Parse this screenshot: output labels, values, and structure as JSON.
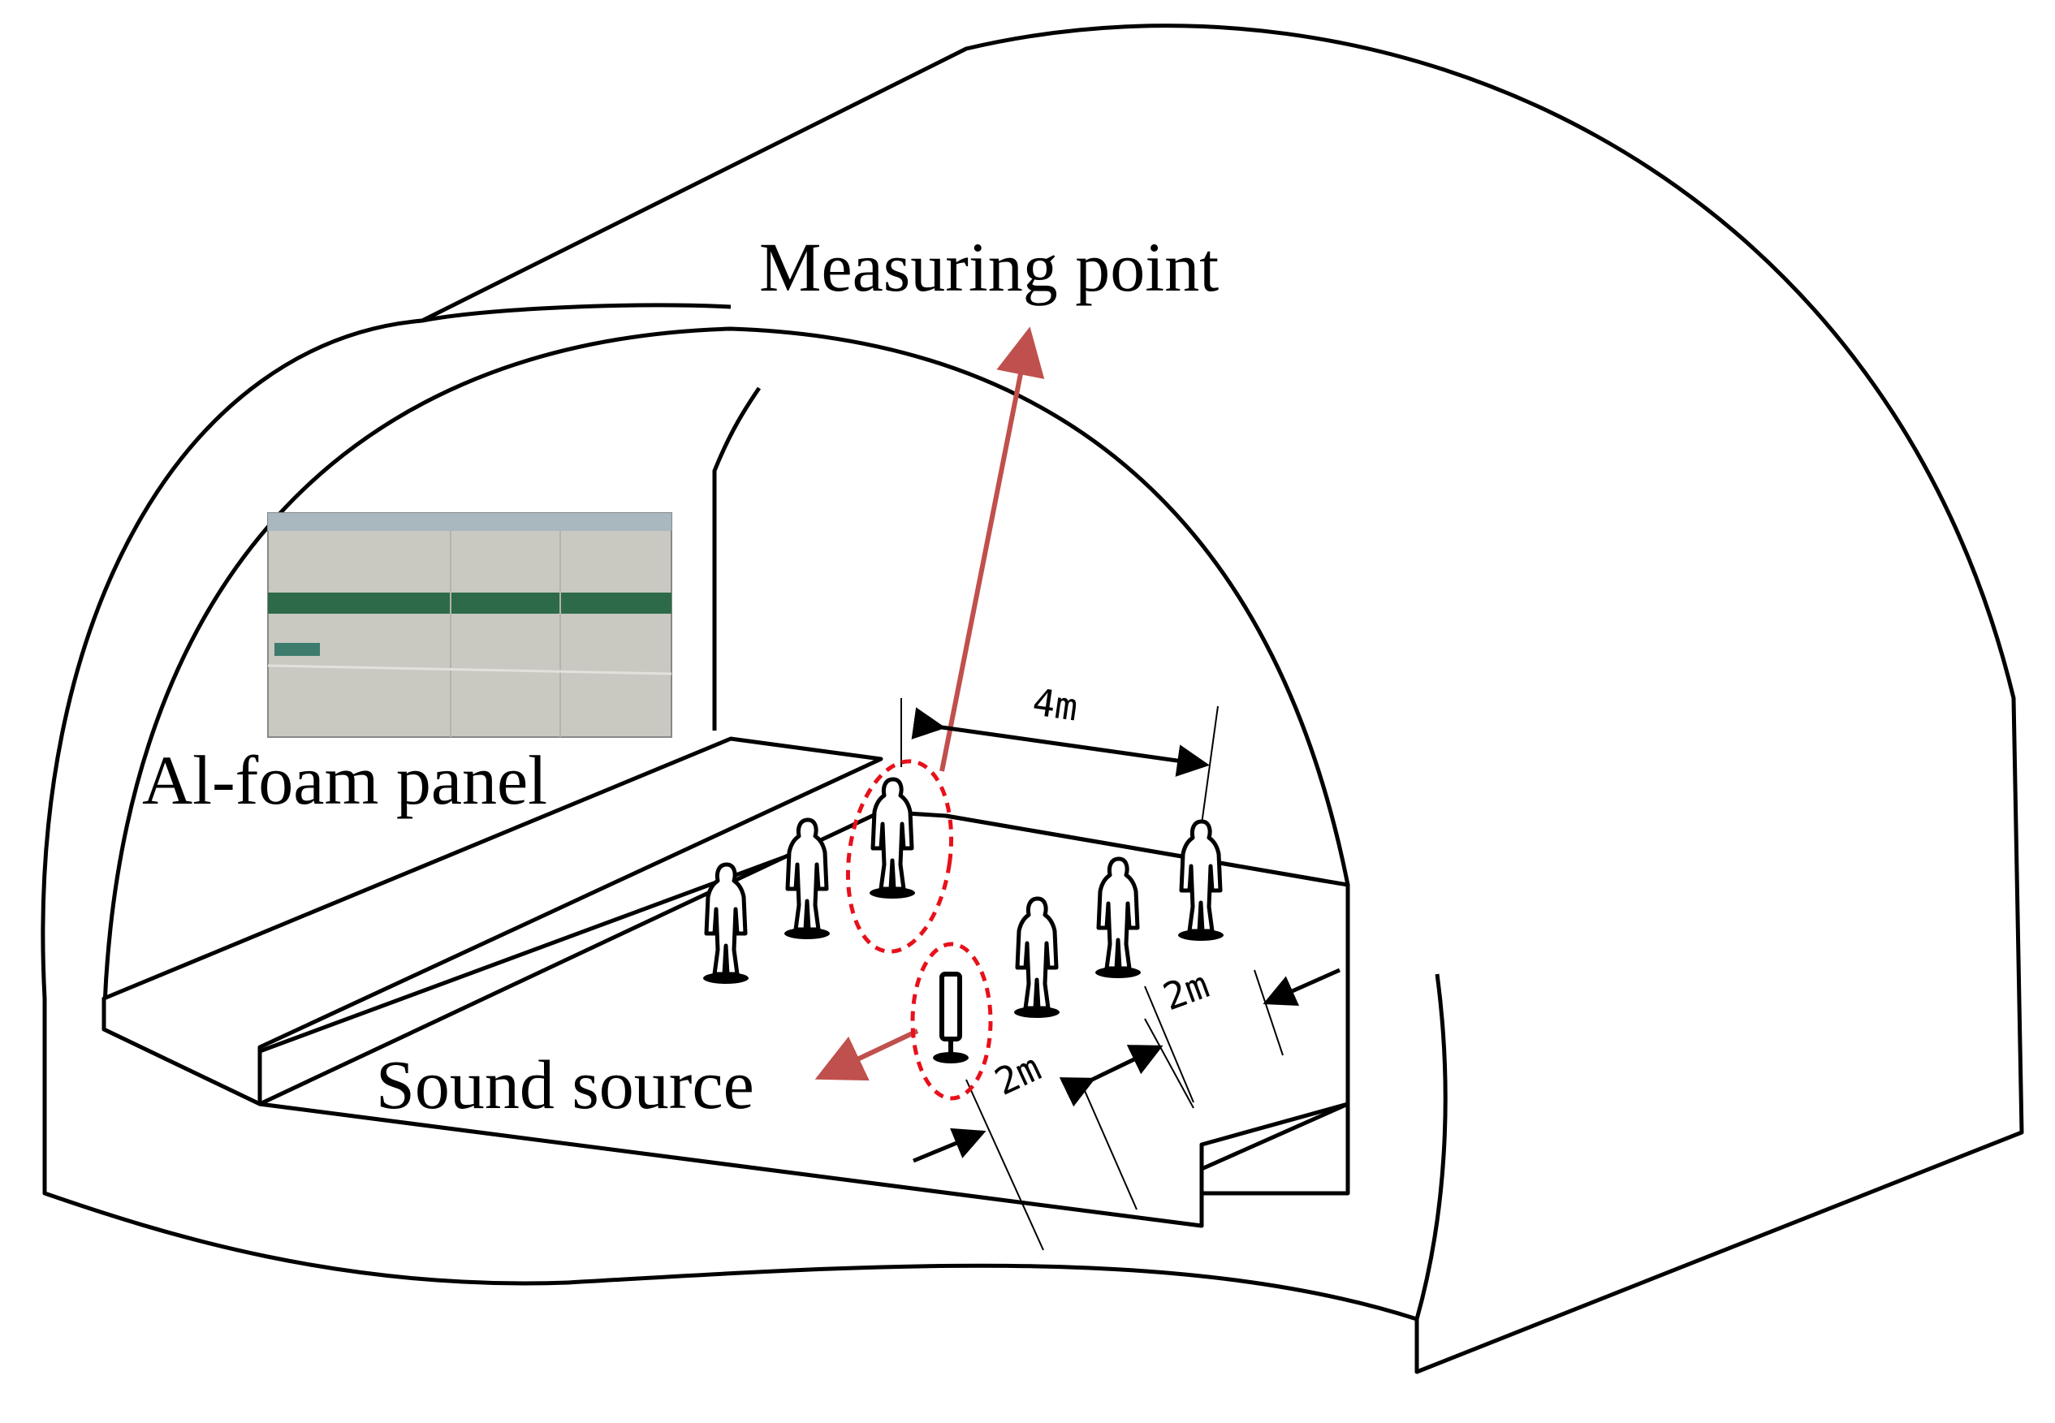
{
  "labels": {
    "measuring_point": "Measuring point",
    "al_foam_panel": "Al-foam panel",
    "sound_source": "Sound source",
    "dim_4m": "4m",
    "dim_2m_right": "2m",
    "dim_2m_center": "2m"
  },
  "colors": {
    "annotation_arrow": "#c0504d",
    "highlight_ellipse": "#e8101a",
    "panel_photo_top": "#a9b7bf",
    "panel_photo_stripe": "#2d6a4a",
    "panel_photo_wall": "#c9c9c1"
  },
  "icons": {
    "person": "standing-person-silhouette",
    "speaker": "column-loudspeaker"
  }
}
